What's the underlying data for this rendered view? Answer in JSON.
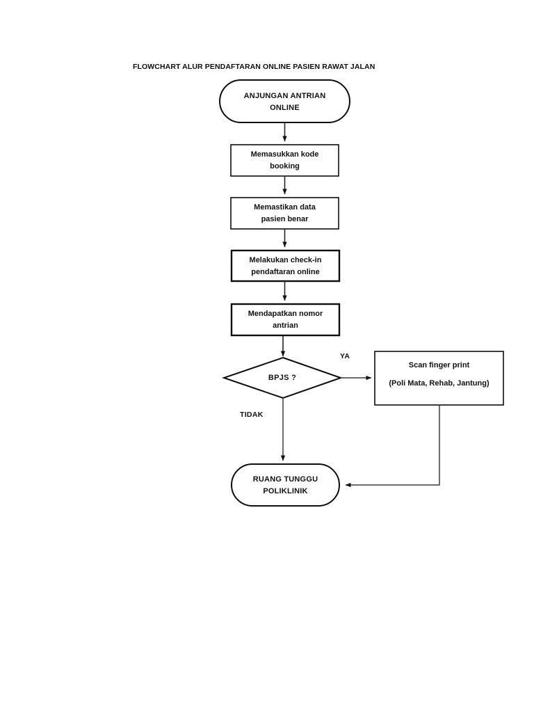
{
  "document": {
    "title": "FLOWCHART ALUR PENDAFTARAN ONLINE PASIEN RAWAT JALAN",
    "background_color": "#ffffff",
    "line_color": "#0d0d0d",
    "text_color": "#111111"
  },
  "nodes": {
    "start": {
      "type": "terminal",
      "line1": "ANJUNGAN ANTRIAN",
      "line2": "ONLINE"
    },
    "step1": {
      "type": "process",
      "line1": "Memasukkan kode",
      "line2": "booking"
    },
    "step2": {
      "type": "process",
      "line1": "Memastikan data",
      "line2": "pasien benar"
    },
    "step3": {
      "type": "process",
      "line1": "Melakukan check-in",
      "line2": "pendaftaran online"
    },
    "step4": {
      "type": "process",
      "line1": "Mendapatkan nomor",
      "line2": "antrian"
    },
    "decision": {
      "type": "decision",
      "label": "BPJS ?"
    },
    "scan": {
      "type": "process",
      "line1": "Scan finger print",
      "line2": "(Poli Mata, Rehab, Jantung)"
    },
    "end": {
      "type": "terminal",
      "line1": "RUANG TUNGGU",
      "line2": "POLIKLINIK"
    }
  },
  "edges": {
    "yes_label": "YA",
    "no_label": "TIDAK"
  }
}
